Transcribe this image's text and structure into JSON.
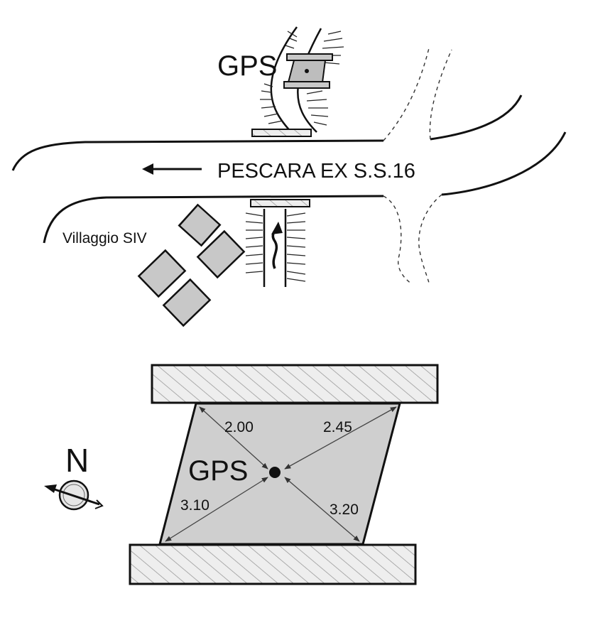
{
  "map": {
    "top_gps_label": "GPS",
    "road_label": "PESCARA EX  S.S.16",
    "village_label": "Villaggio SIV"
  },
  "detail": {
    "gps_label": "GPS",
    "distances": {
      "top_left": "2.00",
      "top_right": "2.45",
      "bottom_left": "3.10",
      "bottom_right": "3.20"
    }
  },
  "compass": {
    "north_label": "N"
  },
  "colors": {
    "ink": "#111111",
    "block_fill": "#c8c8c8",
    "deck_fill": "#cfcfcf",
    "hatch": "#9a9a9a"
  }
}
